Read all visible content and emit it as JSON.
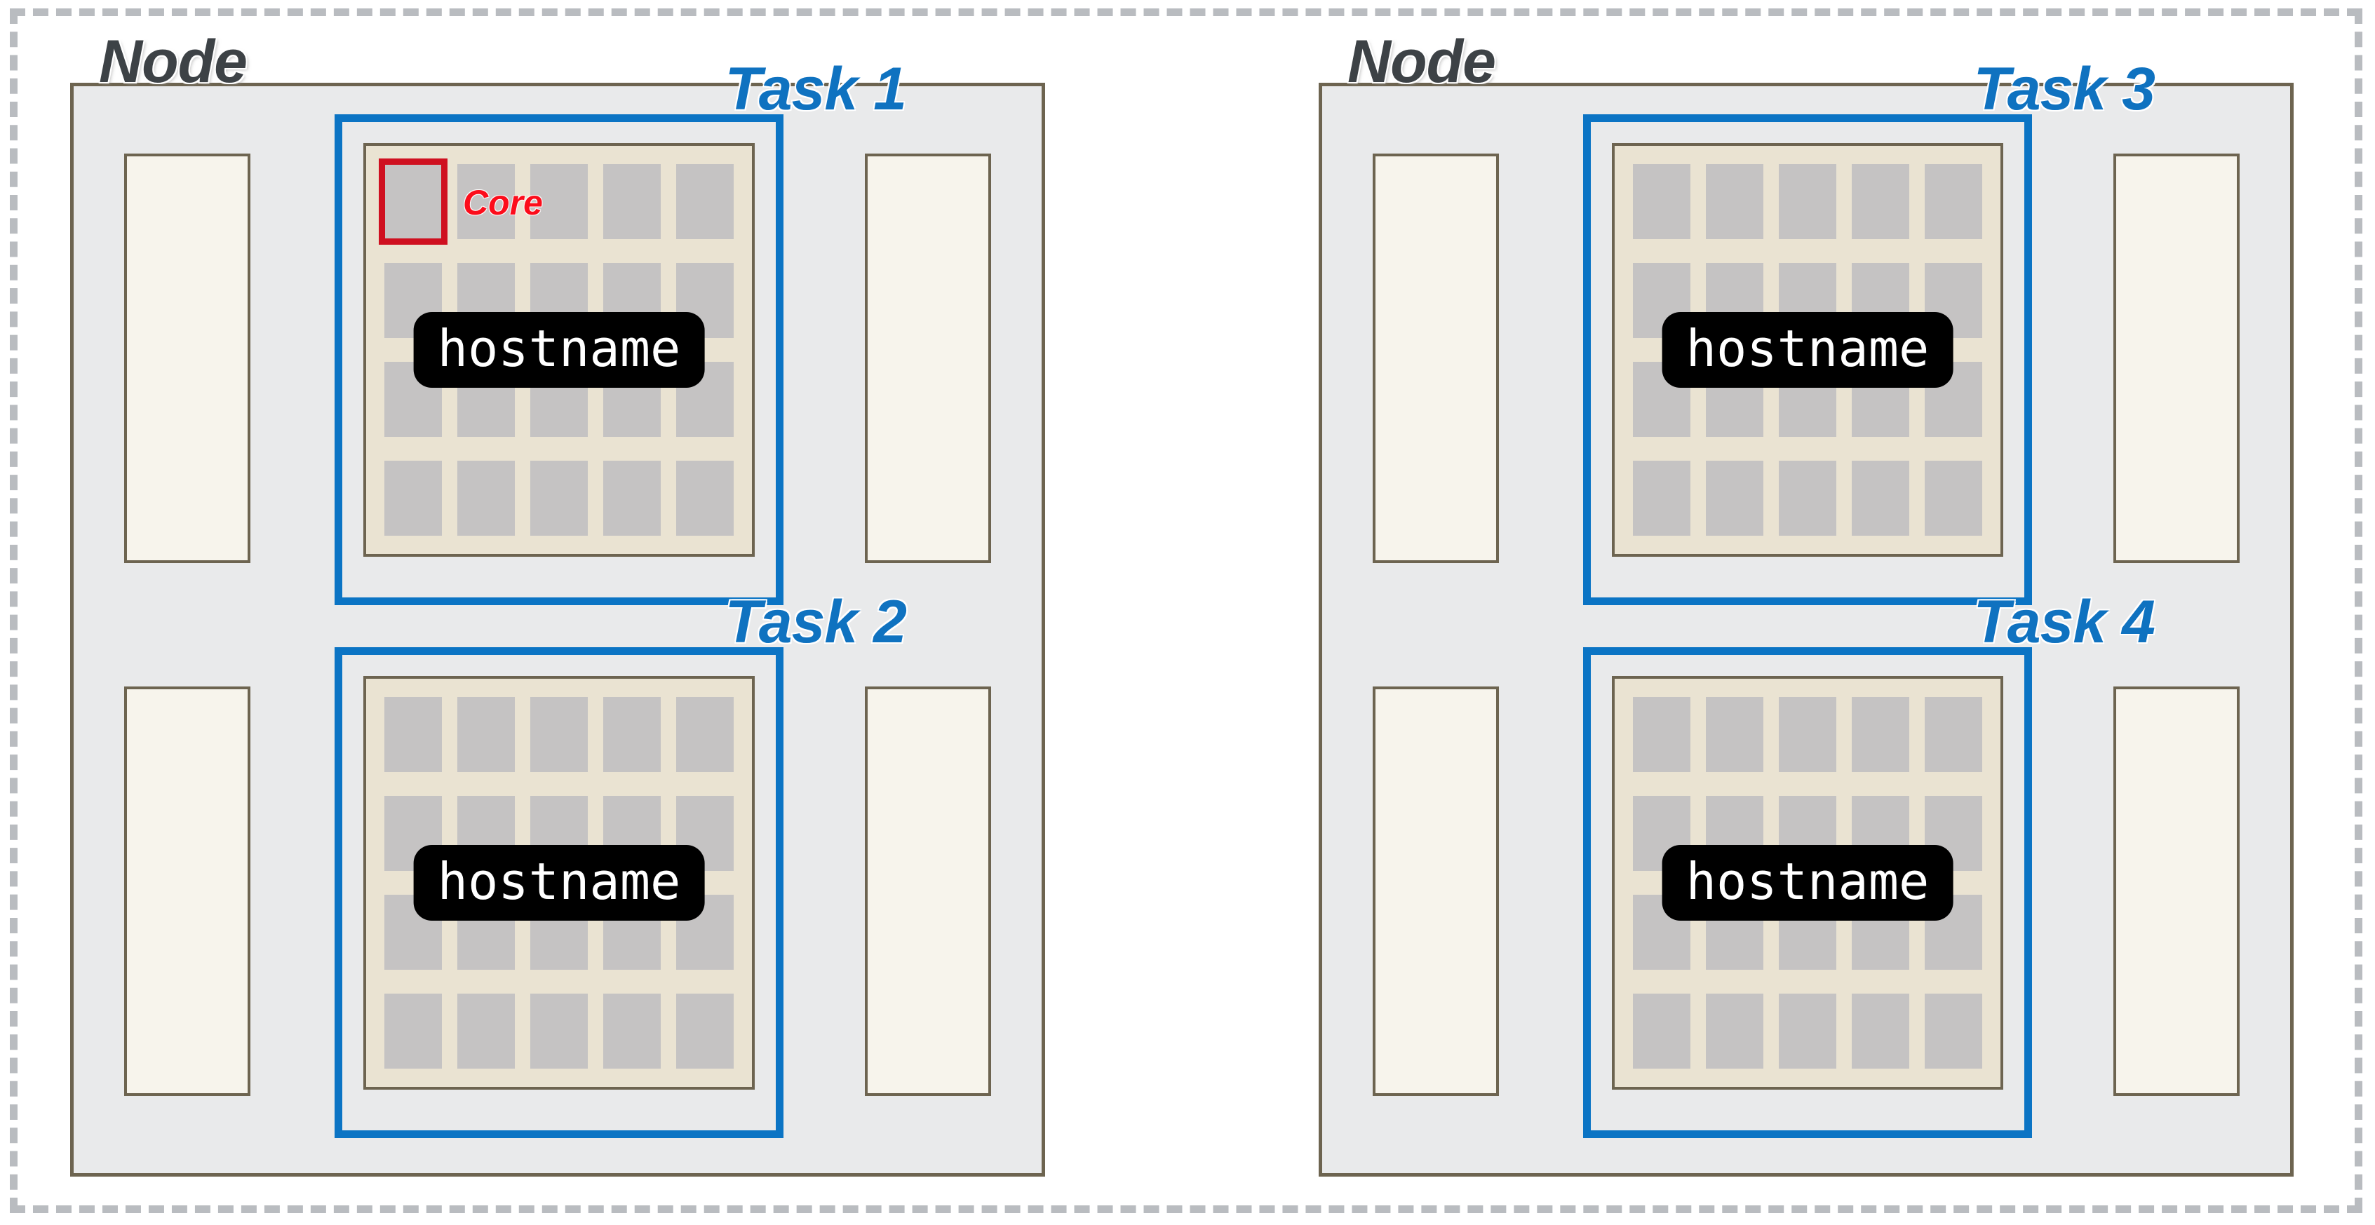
{
  "figure": {
    "title": "Node / Task / Core placement diagram",
    "outer_border_style": "dashed",
    "outer_border_color": "#b9bcc0"
  },
  "colors": {
    "node_background": "#e9eaeb",
    "node_border": "#6d6450",
    "panel_background": "#f7f4ec",
    "socket_background": "#eae3d2",
    "core_fill": "#c5c3c3",
    "task_border": "#0b74c4",
    "task_label": "#0f72c0",
    "node_label": "#3d4246",
    "core_highlight": "#cf1020",
    "core_annotation_text": "#fc0d1b",
    "hostname_badge_background": "#000000",
    "hostname_badge_text": "#ffffff"
  },
  "socket_layout": {
    "core_columns": 5,
    "core_rows": 4,
    "cores_per_socket": 20
  },
  "labels": {
    "node": "Node",
    "core": "Core",
    "hostname": "hostname"
  },
  "nodes": [
    {
      "id": "node-1",
      "label": "Node",
      "tasks": [
        {
          "id": "task-1",
          "label": "Task 1",
          "hostname": "hostname",
          "has_core_annotation": true,
          "core_annotation": "Core"
        },
        {
          "id": "task-2",
          "label": "Task 2",
          "hostname": "hostname",
          "has_core_annotation": false,
          "core_annotation": ""
        }
      ]
    },
    {
      "id": "node-2",
      "label": "Node",
      "tasks": [
        {
          "id": "task-3",
          "label": "Task 3",
          "hostname": "hostname",
          "has_core_annotation": false,
          "core_annotation": ""
        },
        {
          "id": "task-4",
          "label": "Task 4",
          "hostname": "hostname",
          "has_core_annotation": false,
          "core_annotation": ""
        }
      ]
    }
  ]
}
